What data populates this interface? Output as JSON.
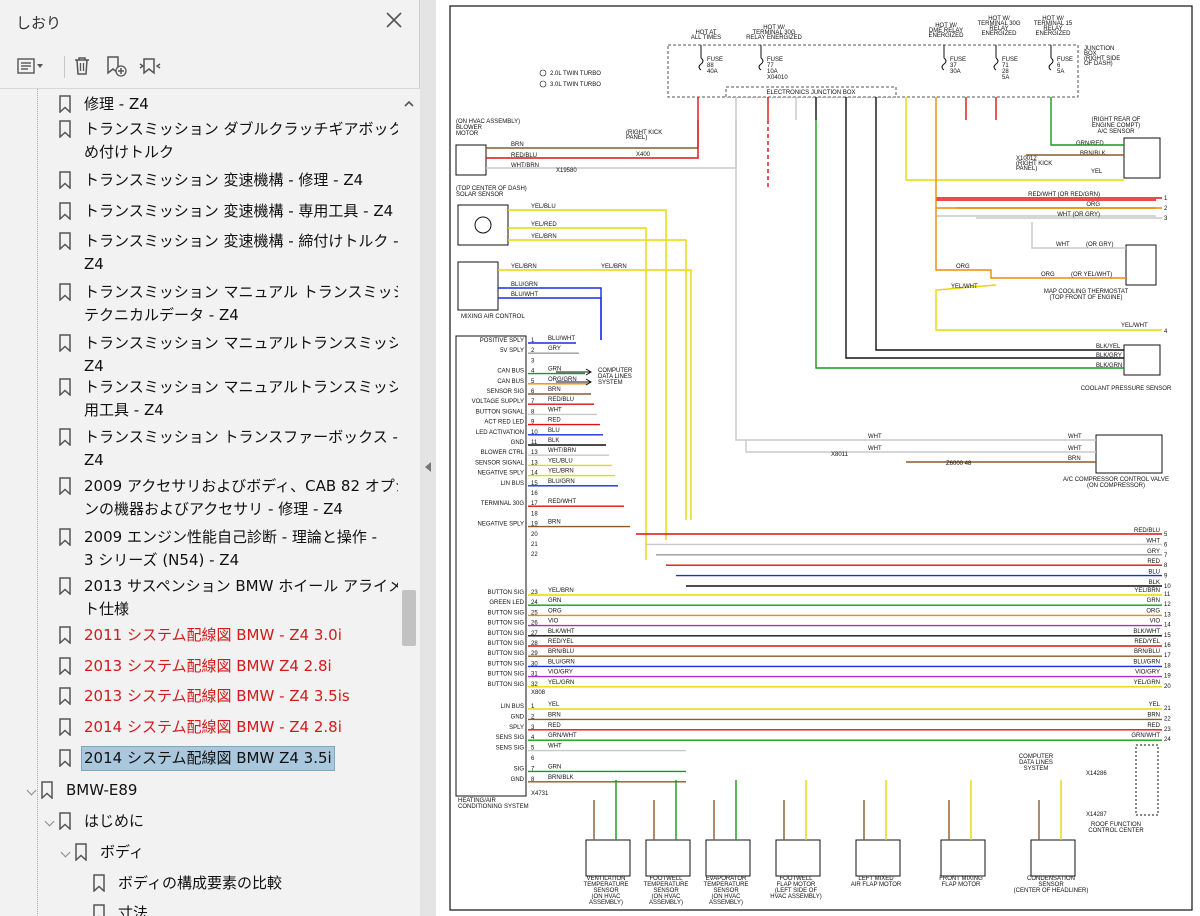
{
  "sidebar": {
    "title": "しおり",
    "toolbar_icons": [
      "options-icon",
      "delete-icon",
      "new-bookmark-icon",
      "expand-bookmark-icon"
    ],
    "items": [
      {
        "label": "修理 - Z4",
        "lines": [
          "修理 - Z4"
        ],
        "color": "#111111"
      },
      {
        "label": "トランスミッション ダブルクラッチギアボックス - 締め付けトルク",
        "lines": [
          "トランスミッション ダブルクラッチギアボックス - 締",
          "め付けトルク"
        ]
      },
      {
        "label": "トランスミッション 変速機構 - 修理 - Z4",
        "lines": [
          "トランスミッション 変速機構 - 修理 - Z4"
        ]
      },
      {
        "label": "トランスミッション 変速機構 - 専用工具 - Z4",
        "lines": [
          "トランスミッション 変速機構 - 専用工具 - Z4"
        ]
      },
      {
        "label": "トランスミッション 変速機構 - 締付けトルク - Z4",
        "lines": [
          "トランスミッション 変速機構 - 締付けトルク -",
          "Z4"
        ]
      },
      {
        "label": "トランスミッション マニュアル トランスミッション - テクニカルデータ - Z4",
        "lines": [
          "トランスミッション マニュアル トランスミッション -",
          "テクニカルデータ - Z4"
        ]
      },
      {
        "label": "トランスミッション マニュアルトランスミッション - Z4",
        "lines": [
          "トランスミッション マニュアルトランスミッション -",
          "Z4"
        ]
      },
      {
        "label": "トランスミッション マニュアルトランスミッション専用工具 - Z4",
        "lines": [
          "トランスミッション マニュアルトランスミッション専",
          "用工具 - Z4"
        ]
      },
      {
        "label": "トランスミッション トランスファーボックス - 修理 - Z4",
        "lines": [
          "トランスミッション トランスファーボックス - 修理 -",
          "Z4"
        ]
      },
      {
        "label": "2009 アクセサリおよびボディ、CAB 82 オプションの機器およびアクセサリ - 修理 - Z4",
        "lines": [
          "2009 アクセサリおよびボディ、CAB 82 オプショ",
          "ンの機器およびアクセサリ - 修理 - Z4"
        ]
      },
      {
        "label": "2009 エンジン性能自己診断 - 理論と操作 - 3 シリーズ (N54) - Z4",
        "lines": [
          "2009 エンジン性能自己診断 - 理論と操作 -",
          "3 シリーズ (N54) - Z4"
        ]
      },
      {
        "label": "2013 サスペンション BMW ホイール アライメント仕様",
        "lines": [
          "2013 サスペンション BMW ホイール アライメン",
          "ト仕様"
        ]
      },
      {
        "label": "2011 システム配線図 BMW - Z4 3.0i",
        "lines": [
          "2011 システム配線図 BMW - Z4 3.0i"
        ],
        "red": true
      },
      {
        "label": "2013 システム配線図 BMW Z4 2.8i",
        "lines": [
          "2013 システム配線図 BMW Z4 2.8i"
        ],
        "red": true
      },
      {
        "label": "2013 システム配線図 BMW - Z4 3.5is",
        "lines": [
          "2013 システム配線図 BMW - Z4 3.5is"
        ],
        "red": true
      },
      {
        "label": "2014 システム配線図 BMW - Z4 2.8i",
        "lines": [
          "2014 システム配線図 BMW - Z4 2.8i"
        ],
        "red": true
      },
      {
        "label": "2014 システム配線図 BMW Z4 3.5i",
        "lines": [
          "2014 システム配線図 BMW Z4 3.5i"
        ],
        "selected": true
      },
      {
        "label": "BMW-E89",
        "lines": [
          "BMW-E89"
        ]
      },
      {
        "label": "はじめに",
        "lines": [
          "はじめに"
        ]
      },
      {
        "label": "ボディ",
        "lines": [
          "ボディ"
        ]
      },
      {
        "label": "ボディの構成要素の比較",
        "lines": [
          "ボディの構成要素の比較"
        ]
      },
      {
        "label": "寸法",
        "lines": [
          "寸法"
        ]
      }
    ]
  },
  "diagram": {
    "top_labels": {
      "hot_all": [
        "HOT AT",
        "ALL TIMES"
      ],
      "hot30g": [
        "HOT W/",
        "TERMINAL 30G",
        "RELAY ENERGIZED"
      ],
      "hotdme": [
        "HOT W/",
        "DME RELAY",
        "ENERGIZED"
      ],
      "hot30g2": [
        "HOT W/",
        "TERMINAL 30G",
        "RELAY",
        "ENERGIZED"
      ],
      "hot15": [
        "HOT W/",
        "TERMINAL 15",
        "RELAY",
        "ENERGIZED"
      ],
      "junction": [
        "JUNCTION",
        "BOX",
        "(RIGHT SIDE",
        "OF DASH)"
      ],
      "ejb": "ELECTRONICS JUNCTION BOX"
    },
    "fuses": [
      {
        "t": [
          "FUSE",
          "88",
          "40A"
        ]
      },
      {
        "t": [
          "FUSE",
          "77",
          "10A",
          "X04010"
        ]
      },
      {
        "t": [
          "FUSE",
          "37",
          "30A"
        ]
      },
      {
        "t": [
          "FUSE",
          "71",
          "28",
          "5A"
        ]
      },
      {
        "t": [
          "FUSE",
          "6",
          "5A"
        ]
      }
    ],
    "legend": [
      "2.0L TWIN TURBO",
      "3.0L TWIN TURBO"
    ],
    "components": {
      "blower": [
        "(ON HVAC ASSEMBLY)",
        "BLOWER",
        "MOTOR"
      ],
      "solar": [
        "(TOP CENTER OF DASH)",
        "SOLAR SENSOR"
      ],
      "mixing": "MIXING AIR CONTROL",
      "hvac": [
        "HEATING/AIR",
        "CONDITIONING SYSTEM"
      ],
      "kick": [
        "(RIGHT KICK",
        "PANEL)"
      ],
      "kick2": [
        "X10012",
        "(RIGHT KICK",
        "PANEL)"
      ],
      "ac_sensor": [
        "(RIGHT REAR OF",
        "ENGINE COMPT)",
        "A/C SENSOR"
      ],
      "map_thermo": [
        "MAP COOLING THERMOSTAT",
        "(TOP FRONT OF ENGINE)"
      ],
      "coolant": "COOLANT PRESSURE SENSOR",
      "ac_comp": [
        "A/C COMPRESSOR CONTROL VALVE",
        "(ON COMPRESSOR)"
      ],
      "computer1": [
        "COMPUTER",
        "DATA LINES",
        "SYSTEM"
      ],
      "computer2": [
        "COMPUTER",
        "DATA LINES",
        "SYSTEM"
      ],
      "roof": [
        "ROOF FUNCTION",
        "CONTROL CENTER"
      ],
      "bottom": [
        [
          "VENTILATION",
          "TEMPERATURE",
          "SENSOR",
          "(ON HVAC",
          "ASSEMBLY)"
        ],
        [
          "FOOTWELL",
          "TEMPERATURE",
          "SENSOR",
          "(ON HVAC",
          "ASSEMBLY)"
        ],
        [
          "EVAPORATOR",
          "TEMPERATURE",
          "SENSOR",
          "(ON HVAC",
          "ASSEMBLY)"
        ],
        [
          "FOOTWELL",
          "FLAP MOTOR",
          "(LEFT SIDE OF",
          "HVAC ASSEMBLY)"
        ],
        [
          "LEFT MIXED",
          "AIR FLAP MOTOR"
        ],
        [
          "FRONT MIXING",
          "FLAP MOTOR"
        ],
        [
          "CONDENSATION",
          "SENSOR",
          "(CENTER OF HEADLINER)"
        ]
      ]
    },
    "hvac_pins": [
      {
        "n": "1",
        "sig": "POSITIVE SPLY",
        "w": "BLU/WHT"
      },
      {
        "n": "2",
        "sig": "5V SPLY",
        "w": "GRY"
      },
      {
        "n": "3",
        "sig": "",
        "w": ""
      },
      {
        "n": "4",
        "sig": "CAN BUS",
        "w": "GRN"
      },
      {
        "n": "5",
        "sig": "CAN BUS",
        "w": "ORG/GRN"
      },
      {
        "n": "6",
        "sig": "SENSOR SIG",
        "w": "BRN"
      },
      {
        "n": "7",
        "sig": "VOLTAGE SUPPLY",
        "w": "RED/BLU"
      },
      {
        "n": "8",
        "sig": "BUTTON SIGNAL",
        "w": "WHT"
      },
      {
        "n": "9",
        "sig": "ACT RED LED",
        "w": "RED"
      },
      {
        "n": "10",
        "sig": "LED ACTIVATION",
        "w": "BLU"
      },
      {
        "n": "11",
        "sig": "GND",
        "w": "BLK"
      },
      {
        "n": "13",
        "sig": "BLOWER CTRL",
        "w": "WHT/BRN"
      },
      {
        "n": "13",
        "sig": "SENSOR SIGNAL",
        "w": "YEL/BLU"
      },
      {
        "n": "14",
        "sig": "NEGATIVE SPLY",
        "w": "YEL/BRN"
      },
      {
        "n": "15",
        "sig": "LIN BUS",
        "w": "BLU/GRN"
      },
      {
        "n": "16",
        "sig": "",
        "w": ""
      },
      {
        "n": "17",
        "sig": "TERMINAL 30G",
        "w": "RED/WHT"
      },
      {
        "n": "18",
        "sig": "",
        "w": ""
      },
      {
        "n": "19",
        "sig": "NEGATIVE SPLY",
        "w": "BRN"
      },
      {
        "n": "20",
        "sig": "",
        "w": ""
      },
      {
        "n": "21",
        "sig": "",
        "w": ""
      },
      {
        "n": "22",
        "sig": "",
        "w": ""
      }
    ],
    "computer_lines": [
      "COMPUTER",
      "DATA LINES",
      "SYSTEM"
    ],
    "right_wires_top": [
      {
        "w": "RED/WHT",
        "w2": "(OR RED/GRN)",
        "n": "1"
      },
      {
        "w": "ORG",
        "w2": "",
        "n": "2"
      },
      {
        "w": "WHT",
        "w2": "(OR GRY)",
        "n": "3"
      }
    ],
    "right_wires_mid": [
      {
        "w": "RED/BLU",
        "n": "5"
      },
      {
        "w": "WHT",
        "n": "6"
      },
      {
        "w": "GRY",
        "n": "7"
      },
      {
        "w": "RED",
        "n": "8"
      },
      {
        "w": "BLU",
        "n": "9"
      },
      {
        "w": "BLK",
        "n": "10"
      }
    ],
    "button_rows": [
      {
        "pin": "23",
        "sig": "BUTTON SIG",
        "w": "YEL/BRN",
        "n": "11"
      },
      {
        "pin": "24",
        "sig": "GREEN LED",
        "w": "GRN",
        "n": "12"
      },
      {
        "pin": "25",
        "sig": "BUTTON SIG",
        "w": "ORG",
        "n": "13"
      },
      {
        "pin": "26",
        "sig": "BUTTON SIG",
        "w": "VIO",
        "n": "14"
      },
      {
        "pin": "27",
        "sig": "BUTTON SIG",
        "w": "BLK/WHT",
        "n": "15"
      },
      {
        "pin": "28",
        "sig": "BUTTON SIG",
        "w": "RED/YEL",
        "n": "16"
      },
      {
        "pin": "29",
        "sig": "BUTTON SIG",
        "w": "BRN/BLU",
        "n": "17"
      },
      {
        "pin": "30",
        "sig": "BUTTON SIG",
        "w": "BLU/GRN",
        "n": "18"
      },
      {
        "pin": "31",
        "sig": "BUTTON SIG",
        "w": "VIO/GRY",
        "n": "19"
      },
      {
        "pin": "32",
        "sig": "BUTTON SIG",
        "w": "YEL/GRN",
        "n": "20"
      }
    ],
    "lower_rows": [
      {
        "pin": "1",
        "sig": "LIN BUS",
        "w": "YEL",
        "n": "21"
      },
      {
        "pin": "2",
        "sig": "GND",
        "w": "BRN",
        "n": "22"
      },
      {
        "pin": "3",
        "sig": "SPLY",
        "w": "RED",
        "n": "23"
      },
      {
        "pin": "4",
        "sig": "SENS SIG",
        "w": "GRN/WHT",
        "n": "24"
      },
      {
        "pin": "5",
        "sig": "SENS SIG",
        "w": "WHT",
        "n": ""
      },
      {
        "pin": "6",
        "sig": "",
        "w": "",
        "n": ""
      },
      {
        "pin": "7",
        "sig": "SIG",
        "w": "GRN",
        "n": ""
      },
      {
        "pin": "8",
        "sig": "GND",
        "w": "BRN/BLK",
        "n": ""
      }
    ],
    "connectors": {
      "x808": "X808",
      "x4731": "X4731",
      "x19580": "X19580",
      "x400": "X400",
      "x8011": "X8011",
      "x14286": "X14286",
      "x14287": "X14287",
      "z6000": "Z6000 48"
    },
    "colors": {
      "BRN": "#8b5a2b",
      "RED": "#e01010",
      "BLU": "#1a2be0",
      "GRN": "#139a1b",
      "YEL": "#e8d800",
      "ORG": "#f08a00",
      "VIO": "#b02ad0",
      "GRY": "#9a9a9a",
      "WHT": "#c8c8c8",
      "BLK": "#111111"
    }
  }
}
